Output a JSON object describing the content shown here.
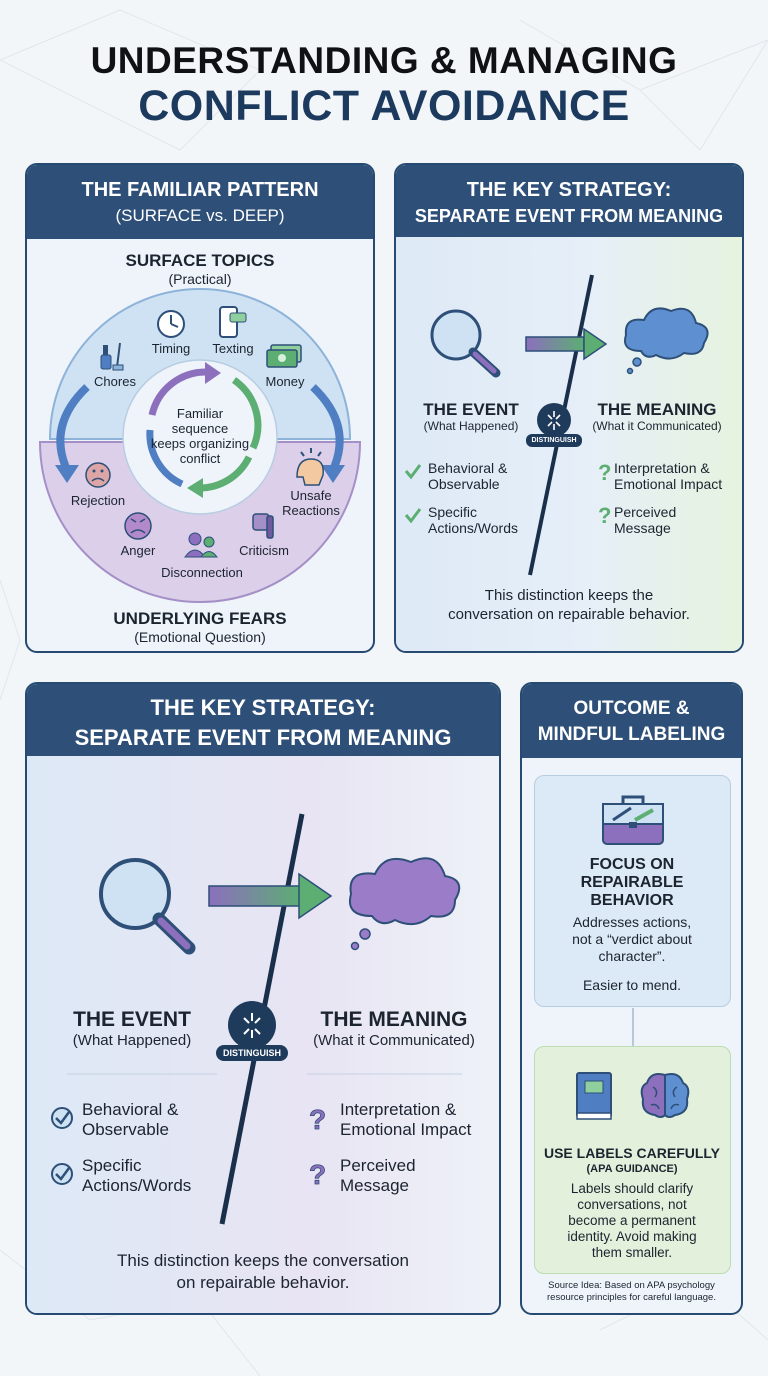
{
  "title": {
    "line1": "UNDERSTANDING & MANAGING",
    "line2": "CONFLICT AVOIDANCE"
  },
  "colors": {
    "navy": "#2d4f78",
    "purple": "#8c6fbd",
    "green": "#5cae73",
    "blue": "#4f7fc2",
    "lavender": "#d9cde9",
    "sky": "#cfe2f3"
  },
  "pattern": {
    "heading": "THE FAMILIAR PATTERN",
    "subheading": "(SURFACE vs. DEEP)",
    "surface": {
      "title": "SURFACE TOPICS",
      "subtitle": "(Practical)"
    },
    "topics": [
      {
        "label": "Chores",
        "icon": "cleaning-supplies-icon"
      },
      {
        "label": "Timing",
        "icon": "clock-icon"
      },
      {
        "label": "Texting",
        "icon": "phone-icon"
      },
      {
        "label": "Money",
        "icon": "money-icon"
      }
    ],
    "center_text": [
      "Familiar",
      "sequence",
      "keeps organizing",
      "conflict"
    ],
    "fears": [
      {
        "label": "Rejection",
        "icon": "sad-face-icon"
      },
      {
        "label": "Anger",
        "icon": "angry-face-icon"
      },
      {
        "label": "Disconnection",
        "icon": "people-icon"
      },
      {
        "label": "Criticism",
        "icon": "thumbs-down-icon"
      },
      {
        "label": "Unsafe",
        "label2": "Reactions",
        "icon": "head-alert-icon"
      }
    ],
    "underlying": {
      "title": "UNDERLYING FEARS",
      "subtitle": "(Emotional Question)"
    }
  },
  "strategy": {
    "heading1": "THE KEY STRATEGY:",
    "heading2": "SEPARATE EVENT FROM MEANING",
    "event_title": "THE EVENT",
    "event_sub": "(What Happened)",
    "meaning_title": "THE MEANING",
    "meaning_sub": "(What it Communicated)",
    "badge": "DISTINGUISH",
    "event_items": [
      [
        "Behavioral &",
        "Observable"
      ],
      [
        "Specific",
        "Actions/Words"
      ]
    ],
    "meaning_items": [
      [
        "Interpretation &",
        "Emotional Impact"
      ],
      [
        "Perceived",
        "Message"
      ]
    ],
    "footer_small": [
      "This distinction keeps the",
      "conversation on repairable behavior."
    ],
    "footer_large": [
      "This distinction keeps the conversation",
      "on repairable behavior."
    ]
  },
  "outcome": {
    "heading1": "OUTCOME &",
    "heading2": "MINDFUL LABELING",
    "card1": {
      "title": [
        "FOCUS ON",
        "REPAIRABLE",
        "BEHAVIOR"
      ],
      "body": [
        "Addresses actions,",
        "not a “verdict about",
        "character”."
      ],
      "note": "Easier to mend."
    },
    "card2": {
      "title": "USE LABELS CAREFULLY",
      "subtitle": "(APA GUIDANCE)",
      "body": [
        "Labels should clarify",
        "conversations, not",
        "become a permanent",
        "identity. Avoid making",
        "them smaller."
      ]
    },
    "source": [
      "Source Idea: Based on APA psychology",
      "resource principles for careful language."
    ]
  }
}
